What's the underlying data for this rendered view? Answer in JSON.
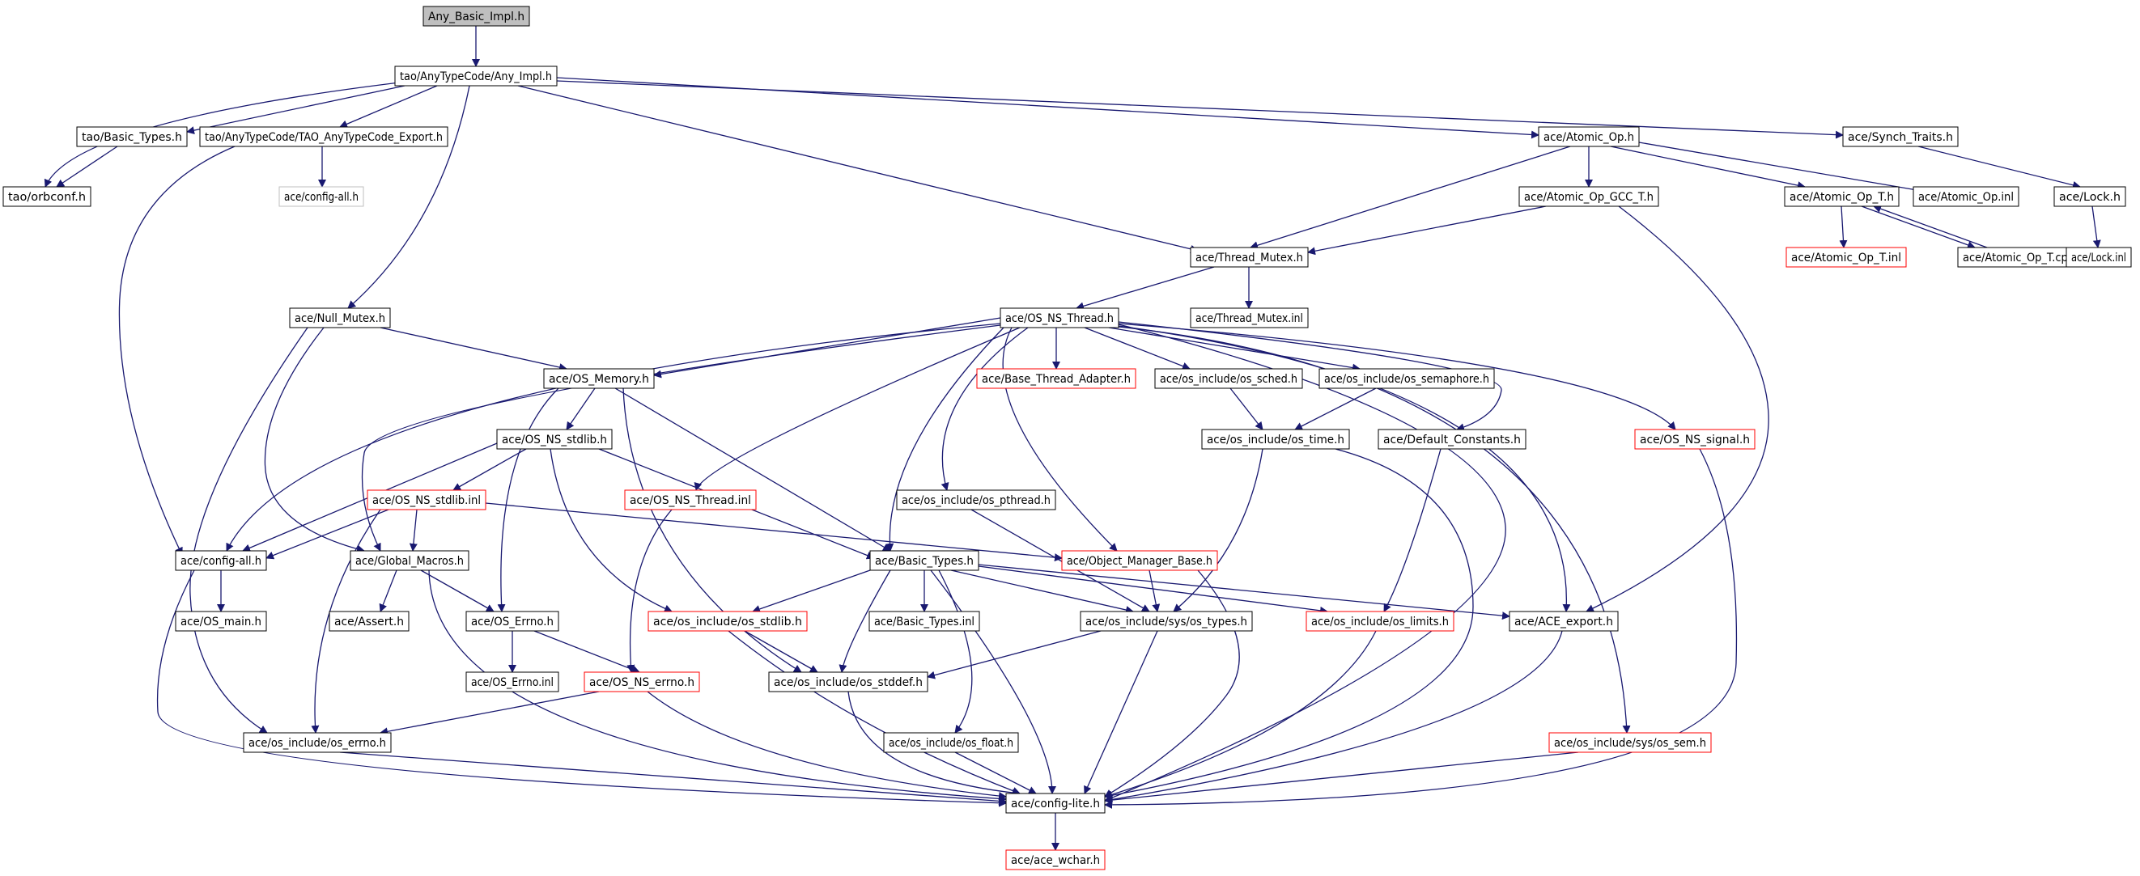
{
  "colors": {
    "edge": "#191970",
    "box_normal": "#000000",
    "box_missing": "#ff0000",
    "box_ghost": "#bfbfbf",
    "root_fill": "#bfbfbf"
  },
  "nodes": [
    {
      "id": "n_any_basic_impl",
      "label": "Any_Basic_Impl.h",
      "style": "root"
    },
    {
      "id": "n_any_impl",
      "label": "tao/AnyTypeCode/Any_Impl.h",
      "style": "normal"
    },
    {
      "id": "n_tao_basic_types",
      "label": "tao/Basic_Types.h",
      "style": "normal"
    },
    {
      "id": "n_tao_anytypecode_export",
      "label": "tao/AnyTypeCode/TAO_AnyTypeCode_Export.h",
      "style": "normal"
    },
    {
      "id": "n_orbconf",
      "label": "tao/orbconf.h",
      "style": "normal"
    },
    {
      "id": "n_config_all_ghost",
      "label": "ace/config-all.h",
      "style": "ghost"
    },
    {
      "id": "n_atomic_op",
      "label": "ace/Atomic_Op.h",
      "style": "normal"
    },
    {
      "id": "n_synch_traits",
      "label": "ace/Synch_Traits.h",
      "style": "normal"
    },
    {
      "id": "n_atomic_op_gcc_t",
      "label": "ace/Atomic_Op_GCC_T.h",
      "style": "normal"
    },
    {
      "id": "n_atomic_op_t",
      "label": "ace/Atomic_Op_T.h",
      "style": "normal"
    },
    {
      "id": "n_atomic_op_inl",
      "label": "ace/Atomic_Op.inl",
      "style": "normal"
    },
    {
      "id": "n_lock",
      "label": "ace/Lock.h",
      "style": "normal"
    },
    {
      "id": "n_atomic_op_t_inl",
      "label": "ace/Atomic_Op_T.inl",
      "style": "missing"
    },
    {
      "id": "n_atomic_op_t_cpp",
      "label": "ace/Atomic_Op_T.cpp",
      "style": "normal"
    },
    {
      "id": "n_lock_inl",
      "label": "ace/Lock.inl",
      "style": "normal"
    },
    {
      "id": "n_thread_mutex",
      "label": "ace/Thread_Mutex.h",
      "style": "normal"
    },
    {
      "id": "n_thread_mutex_inl",
      "label": "ace/Thread_Mutex.inl",
      "style": "normal"
    },
    {
      "id": "n_null_mutex",
      "label": "ace/Null_Mutex.h",
      "style": "normal"
    },
    {
      "id": "n_os_ns_thread",
      "label": "ace/OS_NS_Thread.h",
      "style": "normal"
    },
    {
      "id": "n_os_memory",
      "label": "ace/OS_Memory.h",
      "style": "normal"
    },
    {
      "id": "n_base_thread_adapter",
      "label": "ace/Base_Thread_Adapter.h",
      "style": "missing"
    },
    {
      "id": "n_os_sched",
      "label": "ace/os_include/os_sched.h",
      "style": "normal"
    },
    {
      "id": "n_os_semaphore",
      "label": "ace/os_include/os_semaphore.h",
      "style": "normal"
    },
    {
      "id": "n_os_ns_stdlib",
      "label": "ace/OS_NS_stdlib.h",
      "style": "normal"
    },
    {
      "id": "n_os_time",
      "label": "ace/os_include/os_time.h",
      "style": "normal"
    },
    {
      "id": "n_default_constants",
      "label": "ace/Default_Constants.h",
      "style": "normal"
    },
    {
      "id": "n_os_ns_signal",
      "label": "ace/OS_NS_signal.h",
      "style": "missing"
    },
    {
      "id": "n_os_ns_stdlib_inl",
      "label": "ace/OS_NS_stdlib.inl",
      "style": "missing"
    },
    {
      "id": "n_os_ns_thread_inl",
      "label": "ace/OS_NS_Thread.inl",
      "style": "missing"
    },
    {
      "id": "n_os_pthread",
      "label": "ace/os_include/os_pthread.h",
      "style": "normal"
    },
    {
      "id": "n_config_all",
      "label": "ace/config-all.h",
      "style": "normal"
    },
    {
      "id": "n_global_macros",
      "label": "ace/Global_Macros.h",
      "style": "normal"
    },
    {
      "id": "n_ace_basic_types",
      "label": "ace/Basic_Types.h",
      "style": "normal"
    },
    {
      "id": "n_object_manager_base",
      "label": "ace/Object_Manager_Base.h",
      "style": "missing"
    },
    {
      "id": "n_os_main",
      "label": "ace/OS_main.h",
      "style": "normal"
    },
    {
      "id": "n_assert",
      "label": "ace/Assert.h",
      "style": "normal"
    },
    {
      "id": "n_os_errno_h",
      "label": "ace/OS_Errno.h",
      "style": "normal"
    },
    {
      "id": "n_os_stdlib",
      "label": "ace/os_include/os_stdlib.h",
      "style": "missing"
    },
    {
      "id": "n_basic_types_inl",
      "label": "ace/Basic_Types.inl",
      "style": "normal"
    },
    {
      "id": "n_sys_os_types",
      "label": "ace/os_include/sys/os_types.h",
      "style": "normal"
    },
    {
      "id": "n_os_limits",
      "label": "ace/os_include/os_limits.h",
      "style": "missing"
    },
    {
      "id": "n_ace_export",
      "label": "ace/ACE_export.h",
      "style": "normal"
    },
    {
      "id": "n_os_errno_inl",
      "label": "ace/OS_Errno.inl",
      "style": "normal"
    },
    {
      "id": "n_os_ns_errno",
      "label": "ace/OS_NS_errno.h",
      "style": "missing"
    },
    {
      "id": "n_os_stddef",
      "label": "ace/os_include/os_stddef.h",
      "style": "normal"
    },
    {
      "id": "n_os_include_errno",
      "label": "ace/os_include/os_errno.h",
      "style": "normal"
    },
    {
      "id": "n_os_float",
      "label": "ace/os_include/os_float.h",
      "style": "normal"
    },
    {
      "id": "n_sys_os_sem",
      "label": "ace/os_include/sys/os_sem.h",
      "style": "missing"
    },
    {
      "id": "n_config_lite",
      "label": "ace/config-lite.h",
      "style": "normal"
    },
    {
      "id": "n_ace_wchar",
      "label": "ace/ace_wchar.h",
      "style": "missing"
    }
  ]
}
